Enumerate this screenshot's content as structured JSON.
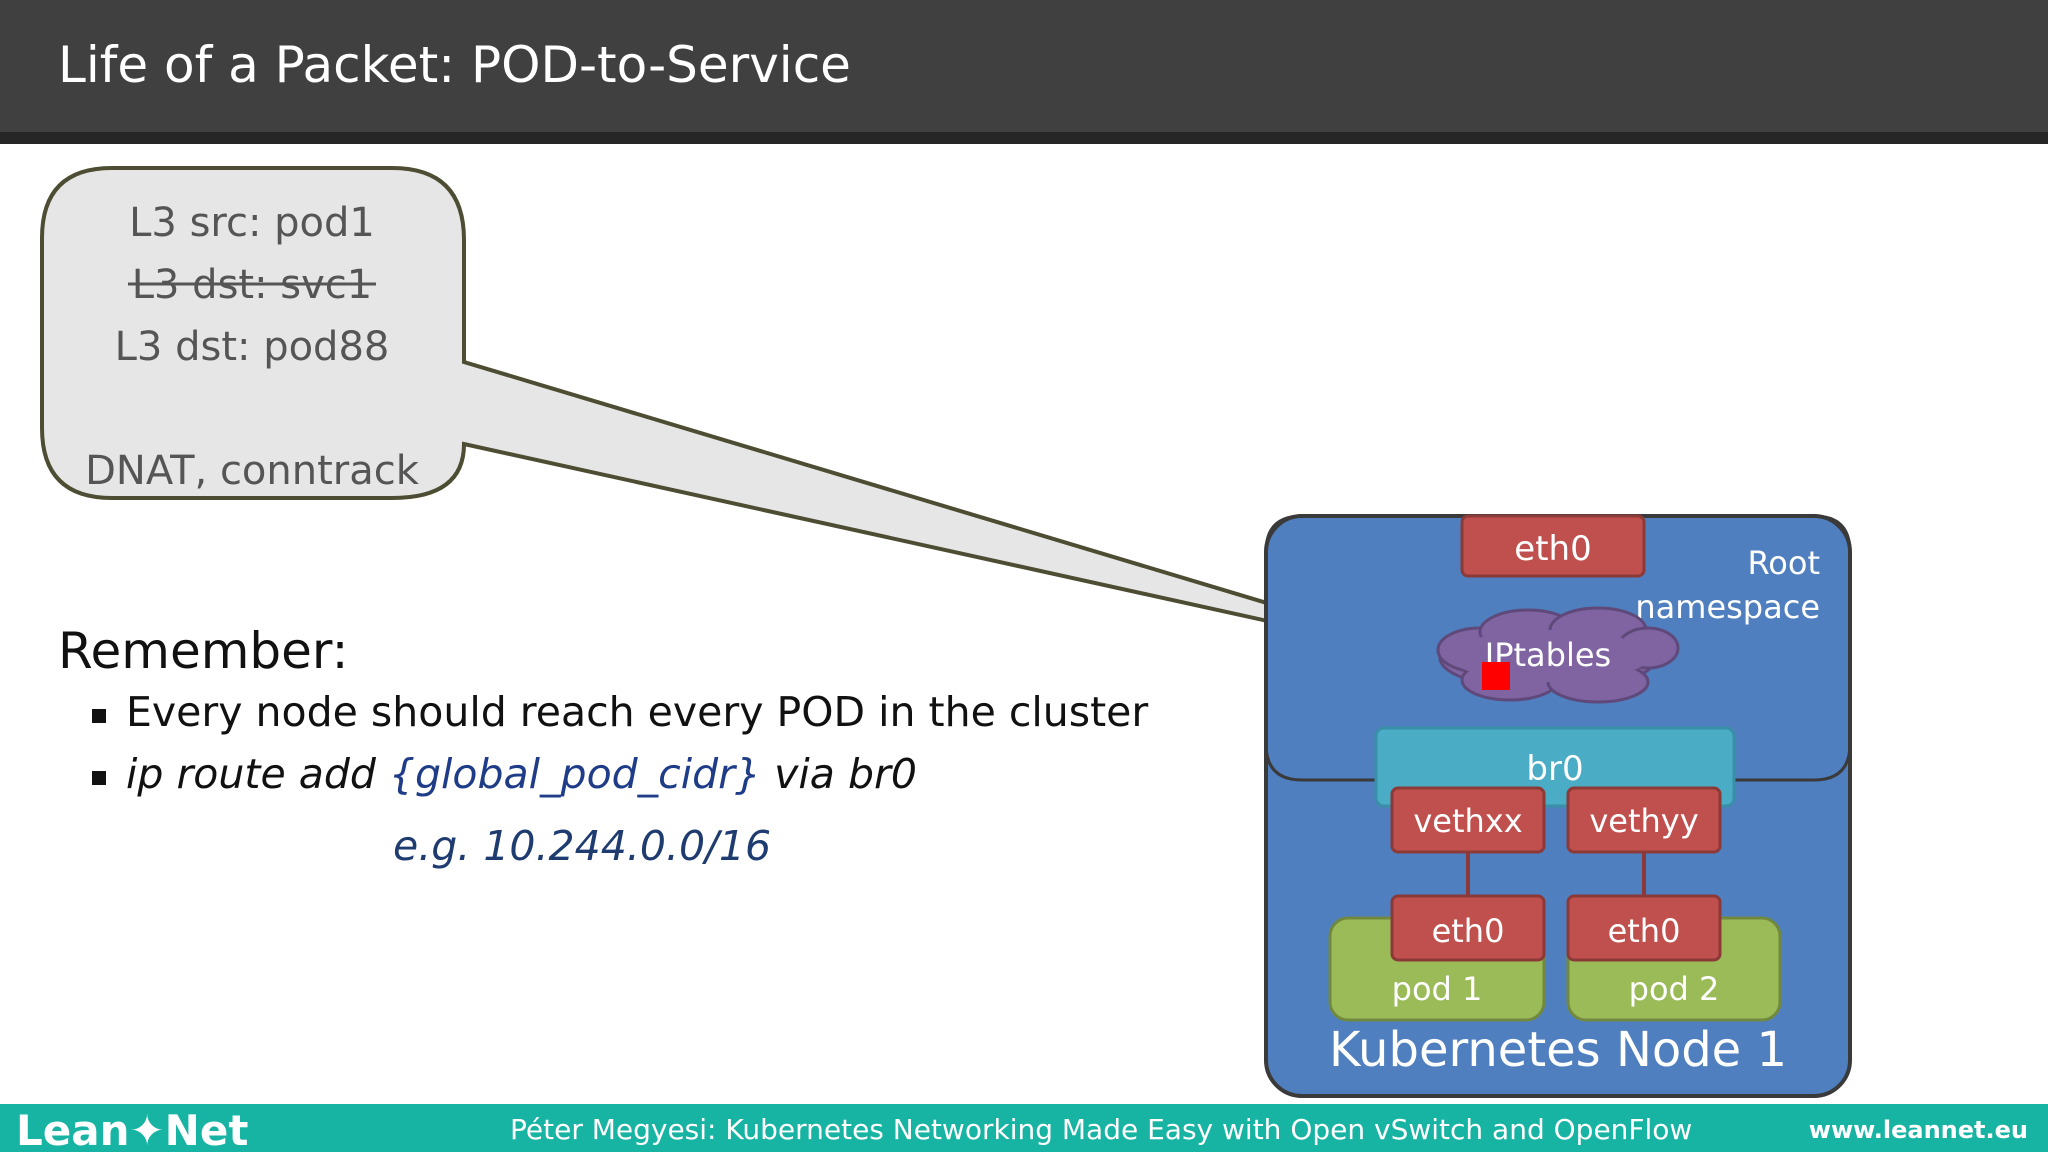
{
  "slide": {
    "title": "Life of a Packet: POD-to-Service"
  },
  "callout": {
    "line1": "L3 src: pod1",
    "line2_struck": "L3 dst: svc1",
    "line3": "L3 dst: pod88",
    "line4": "DNAT, conntrack"
  },
  "remember": {
    "heading": "Remember:",
    "bullet1": "Every node should reach every POD in the cluster",
    "bullet2_prefix": "ip route add ",
    "bullet2_highlight": "{global_pod_cidr}",
    "bullet2_suffix": " via br0",
    "example": "e.g. 10.244.0.0/16"
  },
  "node": {
    "eth0": "eth0",
    "root_line1": "Root",
    "root_line2": "namespace",
    "iptables": "IPtables",
    "br0": "br0",
    "vethxx": "vethxx",
    "vethyy": "vethyy",
    "pod1_eth0": "eth0",
    "pod2_eth0": "eth0",
    "pod1": "pod 1",
    "pod2": "pod 2",
    "name": "Kubernetes Node 1"
  },
  "footer": {
    "logo": "Lean✦Net",
    "credit": "Péter Megyesi: Kubernetes Networking Made Easy with Open vSwitch and OpenFlow",
    "site": "www.leannet.eu"
  },
  "colors": {
    "header_bg": "#404040",
    "footer_bg": "#17b3a3",
    "node_blue": "#4f7fbf",
    "eth_red": "#c0504d",
    "pod_green": "#9bbb59",
    "bridge_teal": "#4bacc6",
    "cloud_purple": "#8064a2",
    "callout_gray": "#e6e6e6",
    "packet_red": "#ff0000"
  }
}
